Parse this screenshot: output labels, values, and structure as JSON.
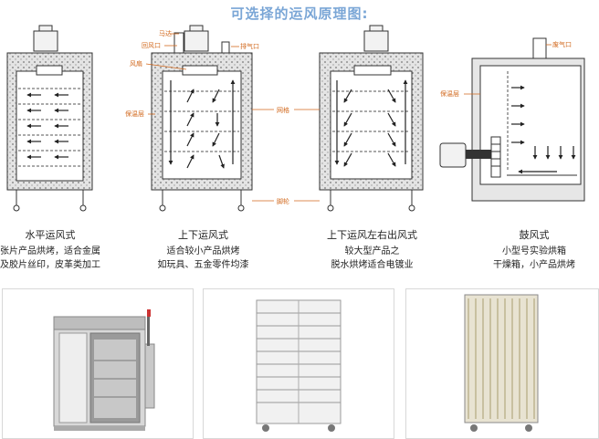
{
  "title": "可选择的运风原理图:",
  "diagrams": [
    {
      "name": "水平运风式",
      "line1": "张片产品烘烤，适合金属",
      "line2": "及胶片丝印，皮革类加工"
    },
    {
      "name": "上下运风式",
      "line1": "适合较小产品烘烤",
      "line2": "如玩具、五金零件均漆"
    },
    {
      "name": "上下运风左右出风式",
      "line1": "较大型产品之",
      "line2": "脱水烘烤适合电镀业"
    },
    {
      "name": "鼓风式",
      "line1": "小型号实验烘箱",
      "line2": "干燥箱，小产品烘烤"
    }
  ],
  "labels": {
    "motor": "马达",
    "return_air": "回风口",
    "exhaust": "排气口",
    "fan": "风扇",
    "insulation": "保温层",
    "mesh": "网格",
    "wheel": "脚轮",
    "exhaust_port": "废气口",
    "insulation2": "保温层"
  },
  "colors": {
    "title": "#7aa6d6",
    "label": "#d2691e",
    "insulation": "#cfcfcf",
    "frame": "#333333"
  }
}
